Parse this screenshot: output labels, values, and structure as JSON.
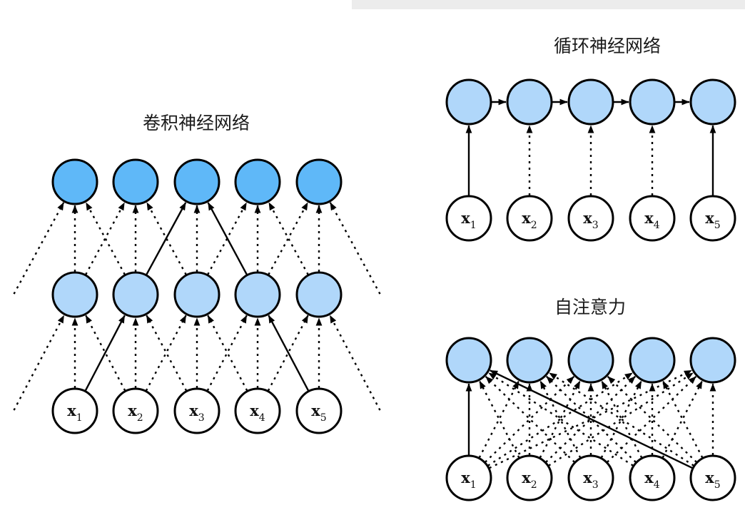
{
  "window": {
    "top_bar": {
      "color": "#ececec"
    }
  },
  "figure": {
    "background": "#ffffff",
    "line_color": "#000000",
    "node_stroke": "#000000",
    "colors": {
      "output_blue": "#5fb8f8",
      "hidden_blue": "#b0d7fa",
      "input_white": "#ffffff"
    },
    "diagrams": [
      {
        "id": "cnn",
        "title": "卷积神经网络",
        "layers": [
          {
            "row": "top",
            "fill": "output_blue"
          },
          {
            "row": "hidden",
            "fill": "hidden_blue"
          },
          {
            "row": "input",
            "fill": "input_white",
            "labels": [
              {
                "base": "x",
                "sub": "1"
              },
              {
                "base": "x",
                "sub": "2"
              },
              {
                "base": "x",
                "sub": "3"
              },
              {
                "base": "x",
                "sub": "4"
              },
              {
                "base": "x",
                "sub": "5"
              }
            ]
          }
        ],
        "edges": [
          {
            "from": "offL:hidden",
            "to": "top:0",
            "style": "dashed"
          },
          {
            "from": "hidden:0",
            "to": "top:0",
            "style": "dashed"
          },
          {
            "from": "hidden:1",
            "to": "top:0",
            "style": "dashed"
          },
          {
            "from": "hidden:0",
            "to": "top:1",
            "style": "dashed"
          },
          {
            "from": "hidden:1",
            "to": "top:1",
            "style": "dashed"
          },
          {
            "from": "hidden:2",
            "to": "top:1",
            "style": "dashed"
          },
          {
            "from": "hidden:1",
            "to": "top:2",
            "style": "solid"
          },
          {
            "from": "hidden:2",
            "to": "top:2",
            "style": "dashed"
          },
          {
            "from": "hidden:3",
            "to": "top:2",
            "style": "solid"
          },
          {
            "from": "hidden:2",
            "to": "top:3",
            "style": "dashed"
          },
          {
            "from": "hidden:3",
            "to": "top:3",
            "style": "dashed"
          },
          {
            "from": "hidden:4",
            "to": "top:3",
            "style": "dashed"
          },
          {
            "from": "hidden:3",
            "to": "top:4",
            "style": "dashed"
          },
          {
            "from": "hidden:4",
            "to": "top:4",
            "style": "dashed"
          },
          {
            "from": "offR:hidden",
            "to": "top:4",
            "style": "dashed"
          },
          {
            "from": "offL:input",
            "to": "hidden:0",
            "style": "dashed"
          },
          {
            "from": "input:0",
            "to": "hidden:0",
            "style": "dashed"
          },
          {
            "from": "input:1",
            "to": "hidden:0",
            "style": "dashed"
          },
          {
            "from": "input:0",
            "to": "hidden:1",
            "style": "solid"
          },
          {
            "from": "input:1",
            "to": "hidden:1",
            "style": "dashed"
          },
          {
            "from": "input:2",
            "to": "hidden:1",
            "style": "dashed"
          },
          {
            "from": "input:1",
            "to": "hidden:2",
            "style": "dashed"
          },
          {
            "from": "input:2",
            "to": "hidden:2",
            "style": "dashed"
          },
          {
            "from": "input:3",
            "to": "hidden:2",
            "style": "dashed"
          },
          {
            "from": "input:2",
            "to": "hidden:3",
            "style": "dashed"
          },
          {
            "from": "input:3",
            "to": "hidden:3",
            "style": "dashed"
          },
          {
            "from": "input:4",
            "to": "hidden:3",
            "style": "solid"
          },
          {
            "from": "input:3",
            "to": "hidden:4",
            "style": "dashed"
          },
          {
            "from": "input:4",
            "to": "hidden:4",
            "style": "dashed"
          },
          {
            "from": "offR:input",
            "to": "hidden:4",
            "style": "dashed"
          }
        ]
      },
      {
        "id": "rnn",
        "title": "循环神经网络",
        "layers": [
          {
            "row": "hidden",
            "fill": "hidden_blue"
          },
          {
            "row": "input",
            "fill": "input_white",
            "labels": [
              {
                "base": "x",
                "sub": "1"
              },
              {
                "base": "x",
                "sub": "2"
              },
              {
                "base": "x",
                "sub": "3"
              },
              {
                "base": "x",
                "sub": "4"
              },
              {
                "base": "x",
                "sub": "5"
              }
            ]
          }
        ],
        "edges": [
          {
            "from": "hidden:0",
            "to": "hidden:1",
            "style": "solid"
          },
          {
            "from": "hidden:1",
            "to": "hidden:2",
            "style": "solid"
          },
          {
            "from": "hidden:2",
            "to": "hidden:3",
            "style": "solid"
          },
          {
            "from": "hidden:3",
            "to": "hidden:4",
            "style": "solid"
          },
          {
            "from": "input:0",
            "to": "hidden:0",
            "style": "solid"
          },
          {
            "from": "input:1",
            "to": "hidden:1",
            "style": "dashed"
          },
          {
            "from": "input:2",
            "to": "hidden:2",
            "style": "dashed"
          },
          {
            "from": "input:3",
            "to": "hidden:3",
            "style": "dashed"
          },
          {
            "from": "input:4",
            "to": "hidden:4",
            "style": "solid"
          }
        ]
      },
      {
        "id": "attention",
        "title": "自注意力",
        "layers": [
          {
            "row": "out",
            "fill": "hidden_blue"
          },
          {
            "row": "input",
            "fill": "input_white",
            "labels": [
              {
                "base": "x",
                "sub": "1"
              },
              {
                "base": "x",
                "sub": "2"
              },
              {
                "base": "x",
                "sub": "3"
              },
              {
                "base": "x",
                "sub": "4"
              },
              {
                "base": "x",
                "sub": "5"
              }
            ]
          }
        ],
        "edges": [
          {
            "from": "input:0",
            "to": "out:0",
            "style": "solid"
          },
          {
            "from": "input:1",
            "to": "out:0",
            "style": "dashed"
          },
          {
            "from": "input:2",
            "to": "out:0",
            "style": "dashed"
          },
          {
            "from": "input:3",
            "to": "out:0",
            "style": "dashed"
          },
          {
            "from": "input:4",
            "to": "out:0",
            "style": "solid"
          },
          {
            "from": "input:0",
            "to": "out:1",
            "style": "dashed"
          },
          {
            "from": "input:1",
            "to": "out:1",
            "style": "dashed"
          },
          {
            "from": "input:2",
            "to": "out:1",
            "style": "dashed"
          },
          {
            "from": "input:3",
            "to": "out:1",
            "style": "dashed"
          },
          {
            "from": "input:4",
            "to": "out:1",
            "style": "dashed"
          },
          {
            "from": "input:0",
            "to": "out:2",
            "style": "dashed"
          },
          {
            "from": "input:1",
            "to": "out:2",
            "style": "dashed"
          },
          {
            "from": "input:2",
            "to": "out:2",
            "style": "dashed"
          },
          {
            "from": "input:3",
            "to": "out:2",
            "style": "dashed"
          },
          {
            "from": "input:4",
            "to": "out:2",
            "style": "dashed"
          },
          {
            "from": "input:0",
            "to": "out:3",
            "style": "dashed"
          },
          {
            "from": "input:1",
            "to": "out:3",
            "style": "dashed"
          },
          {
            "from": "input:2",
            "to": "out:3",
            "style": "dashed"
          },
          {
            "from": "input:3",
            "to": "out:3",
            "style": "dashed"
          },
          {
            "from": "input:4",
            "to": "out:3",
            "style": "dashed"
          },
          {
            "from": "input:0",
            "to": "out:4",
            "style": "dashed"
          },
          {
            "from": "input:1",
            "to": "out:4",
            "style": "dashed"
          },
          {
            "from": "input:2",
            "to": "out:4",
            "style": "dashed"
          },
          {
            "from": "input:3",
            "to": "out:4",
            "style": "dashed"
          },
          {
            "from": "input:4",
            "to": "out:4",
            "style": "dashed"
          }
        ]
      }
    ]
  }
}
